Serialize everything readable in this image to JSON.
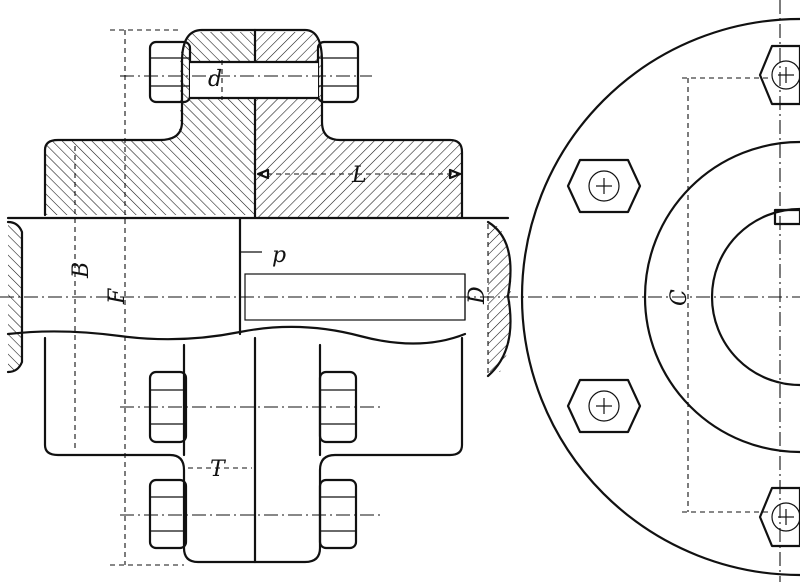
{
  "labels": {
    "d": "d",
    "L": "L",
    "p": "p",
    "B": "B",
    "F": "F",
    "D": "D",
    "T": "T",
    "C": "C"
  },
  "colors": {
    "ink": "#111111",
    "paper": "#ffffff"
  }
}
